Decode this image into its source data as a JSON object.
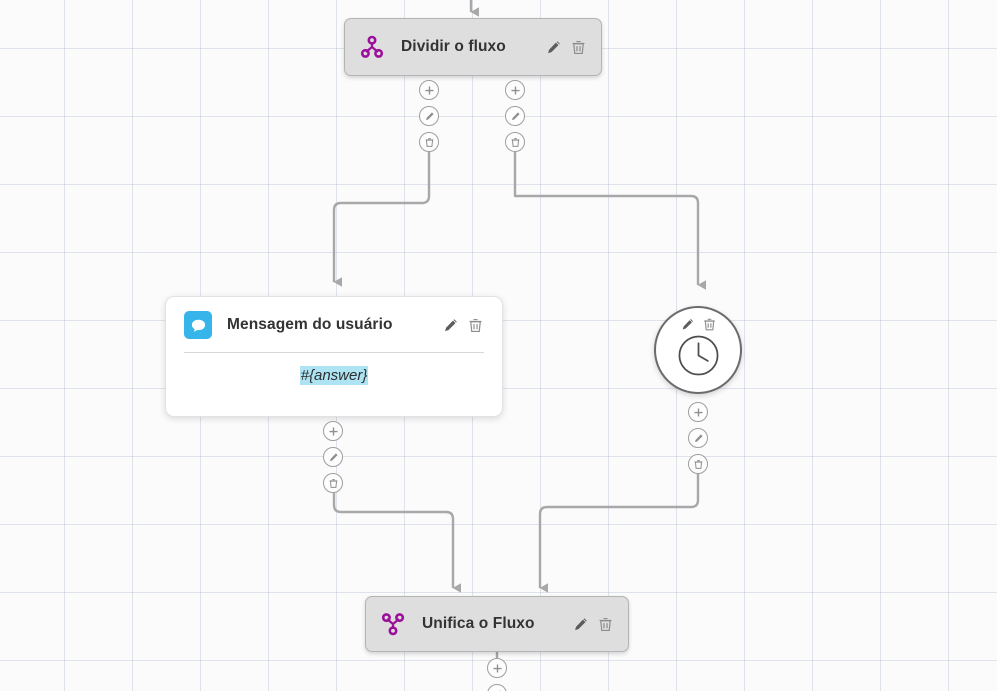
{
  "canvas": {
    "background_color": "#fbfbfc",
    "grid_color": "#bac4d6",
    "edge_color": "#a8a8a8"
  },
  "nodes": [
    {
      "id": "split",
      "type": "split-flow",
      "title": "Dividir o fluxo",
      "icon": "split-flow-icon",
      "icon_color": "#9b0f9b",
      "style": "gray-card",
      "edit_label": "edit",
      "delete_label": "delete"
    },
    {
      "id": "user-message",
      "type": "user-message",
      "title": "Mensagem do usuário",
      "icon": "speech-bubble-icon",
      "icon_color": "#35b5ea",
      "style": "white-card",
      "body_text": "#{answer}",
      "body_highlight_color": "#ade3f2",
      "edit_label": "edit",
      "delete_label": "delete"
    },
    {
      "id": "delay",
      "type": "delay",
      "title": "",
      "icon": "clock-icon",
      "style": "round-node",
      "edit_label": "edit",
      "delete_label": "delete"
    },
    {
      "id": "merge",
      "type": "merge-flow",
      "title": "Unifica o Fluxo",
      "icon": "merge-flow-icon",
      "icon_color": "#9b0f9b",
      "style": "gray-card",
      "edit_label": "edit",
      "delete_label": "delete"
    }
  ],
  "connector_buttons": {
    "add_label": "add",
    "edit_label": "edit",
    "delete_label": "delete"
  }
}
